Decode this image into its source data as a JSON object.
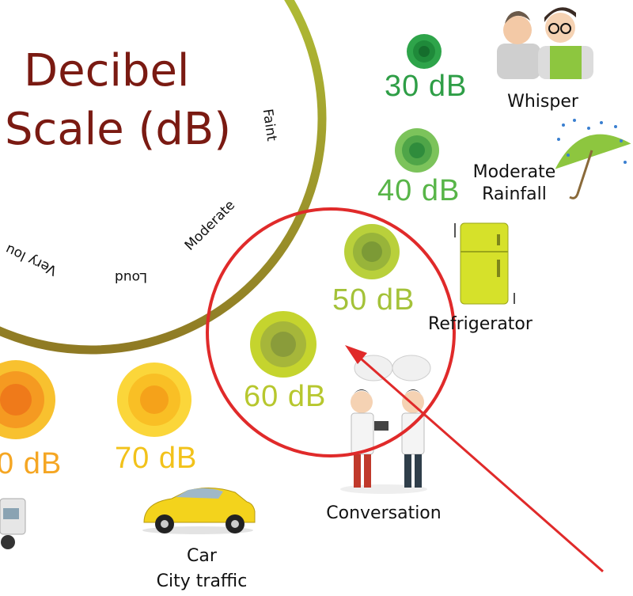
{
  "title": {
    "line1": "Decibel",
    "line2": "Scale (dB)"
  },
  "scale_labels": {
    "faint": "Faint",
    "moderate": "Moderate",
    "loud": "Loud",
    "very_loud": "Very lou"
  },
  "levels": [
    {
      "db": "30 dB",
      "source": "Whisper",
      "color": "#2e9e46"
    },
    {
      "db": "40 dB",
      "source_line1": "Moderate",
      "source_line2": "Rainfall",
      "color": "#58b548"
    },
    {
      "db": "50 dB",
      "source": "Refrigerator",
      "color": "#a4c239"
    },
    {
      "db": "60 dB",
      "source": "Conversation",
      "color": "#b7c72e"
    },
    {
      "db": "70 dB",
      "source_line1": "Car",
      "source_line2": "City traffic",
      "color": "#f2c21a"
    },
    {
      "db": "0 dB",
      "color": "#f5a623"
    }
  ],
  "colors": {
    "title": "#7a1a12",
    "ring": "#a9c23a",
    "highlight": "#e02a2a"
  }
}
